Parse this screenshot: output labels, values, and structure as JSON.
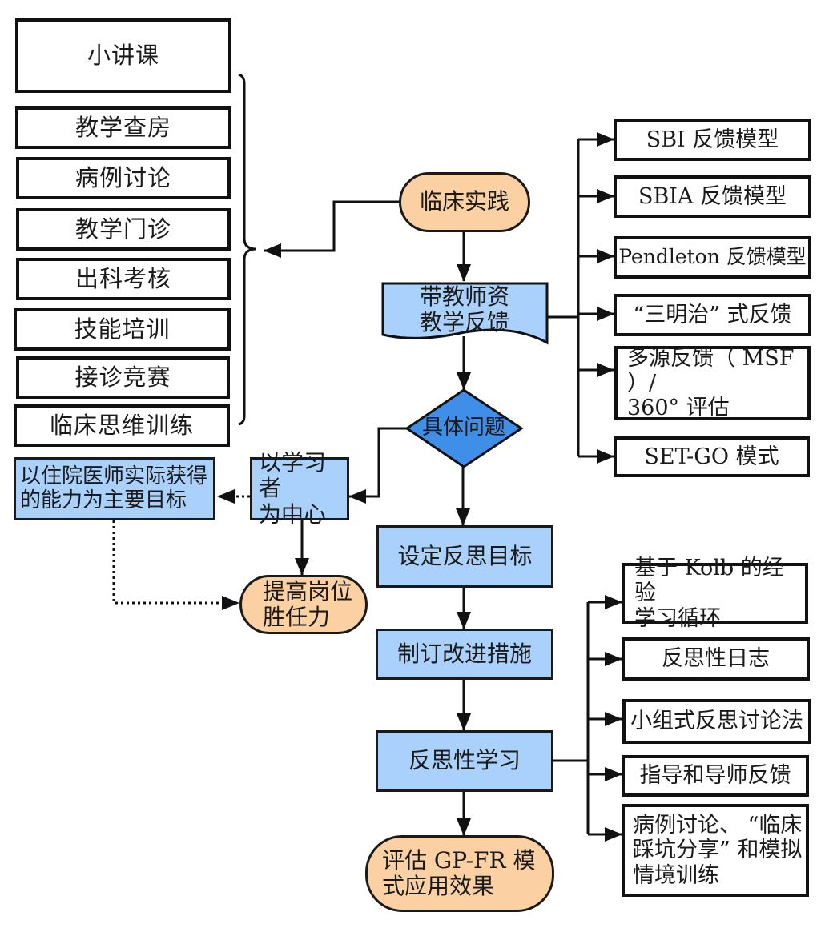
{
  "colors": {
    "blue_fill": "#a9d1fb",
    "diamond_fill": "#3f8ee8",
    "orange_fill": "#fbd0a3",
    "stroke": "#111111"
  },
  "left_list": [
    "小讲课",
    "教学查房",
    "病例讨论",
    "教学门诊",
    "出科考核",
    "技能培训",
    "接诊竞赛",
    "临床思维训练"
  ],
  "center_flow": {
    "clinical_practice": "临床实践",
    "teacher_feedback": "带教师资\n教学反馈",
    "specific_problem": "具体问题",
    "set_goal": "设定反思目标",
    "improve_measures": "制订改进措施",
    "reflective_learning": "反思性学习",
    "evaluate": "评估 GP-FR 模\n式应用效果"
  },
  "learner_side": {
    "learner_centered": "以学习者\n为中心",
    "competence_goal": "以住院医师实际获得\n的能力为主要目标",
    "improve_competency": "提高岗位\n胜任力"
  },
  "feedback_models": [
    "SBI 反馈模型",
    "SBIA 反馈模型",
    "Pendleton 反馈模型",
    "“三明治” 式反馈",
    "多源反馈（ MSF ）/\n360° 评估",
    "SET-GO 模式"
  ],
  "reflection_methods": [
    "基于 Kolb 的经验\n学习循环",
    "反思性日志",
    "小组式反思讨论法",
    "指导和导师反馈",
    "病例讨论、 “临床\n踩坑分享” 和模拟\n情境训练"
  ]
}
